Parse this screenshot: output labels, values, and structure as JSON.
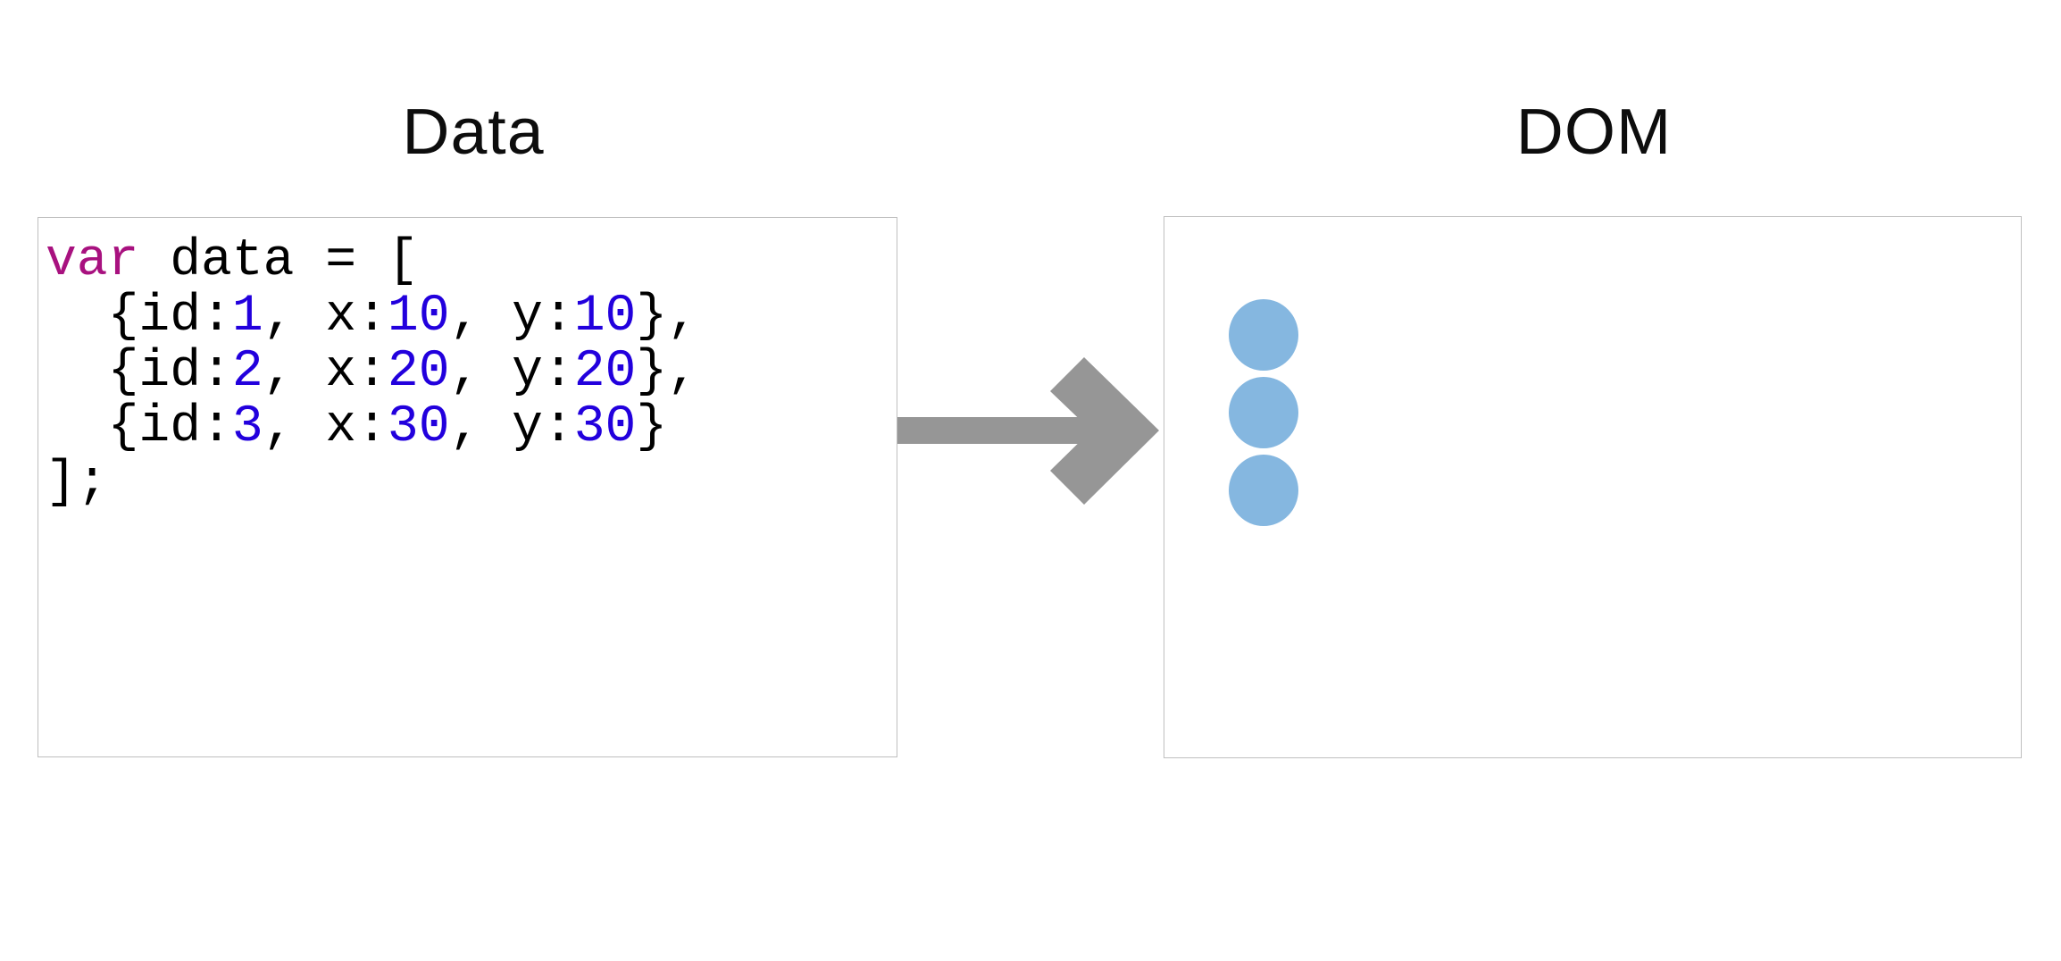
{
  "slide": {
    "background_color": "#ffffff",
    "title_left": "Data",
    "title_right": "DOM"
  },
  "data_panel": {
    "name": "Data",
    "border_color": "#bfbfbf",
    "background_color": "#ffffff",
    "code_language": "javascript",
    "keyword_color": "#a8117f",
    "number_color": "#2200dd",
    "text_color": "#000000",
    "code_lines": [
      [
        {
          "text": "var",
          "type": "keyword"
        },
        {
          "text": " data = [",
          "type": "plain"
        }
      ],
      [
        {
          "text": "  {id:",
          "type": "plain"
        },
        {
          "text": "1",
          "type": "number"
        },
        {
          "text": ", x:",
          "type": "plain"
        },
        {
          "text": "10",
          "type": "number"
        },
        {
          "text": ", y:",
          "type": "plain"
        },
        {
          "text": "10",
          "type": "number"
        },
        {
          "text": "},",
          "type": "plain"
        }
      ],
      [
        {
          "text": "  {id:",
          "type": "plain"
        },
        {
          "text": "2",
          "type": "number"
        },
        {
          "text": ", x:",
          "type": "plain"
        },
        {
          "text": "20",
          "type": "number"
        },
        {
          "text": ", y:",
          "type": "plain"
        },
        {
          "text": "20",
          "type": "number"
        },
        {
          "text": "},",
          "type": "plain"
        }
      ],
      [
        {
          "text": "  {id:",
          "type": "plain"
        },
        {
          "text": "3",
          "type": "number"
        },
        {
          "text": ", x:",
          "type": "plain"
        },
        {
          "text": "30",
          "type": "number"
        },
        {
          "text": ", y:",
          "type": "plain"
        },
        {
          "text": "30",
          "type": "number"
        },
        {
          "text": "}",
          "type": "plain"
        }
      ],
      [
        {
          "text": "];",
          "type": "plain"
        }
      ]
    ],
    "code_plain_text": "var data = [\n  {id:1, x:10, y:10},\n  {id:2, x:20, y:20},\n  {id:3, x:30, y:30}\n];",
    "records": [
      {
        "id": 1,
        "x": 10,
        "y": 10
      },
      {
        "id": 2,
        "x": 20,
        "y": 20
      },
      {
        "id": 3,
        "x": 30,
        "y": 30
      }
    ]
  },
  "arrow": {
    "icon": "right-arrow-icon",
    "direction": "right",
    "color": "#969696"
  },
  "dom_panel": {
    "name": "DOM",
    "border_color": "#bfbfbf",
    "background_color": "#ffffff",
    "circle_color": "#85b7e0",
    "circle_count": 3,
    "circles": [
      {
        "index": 0,
        "label": ""
      },
      {
        "index": 1,
        "label": ""
      },
      {
        "index": 2,
        "label": ""
      }
    ]
  }
}
